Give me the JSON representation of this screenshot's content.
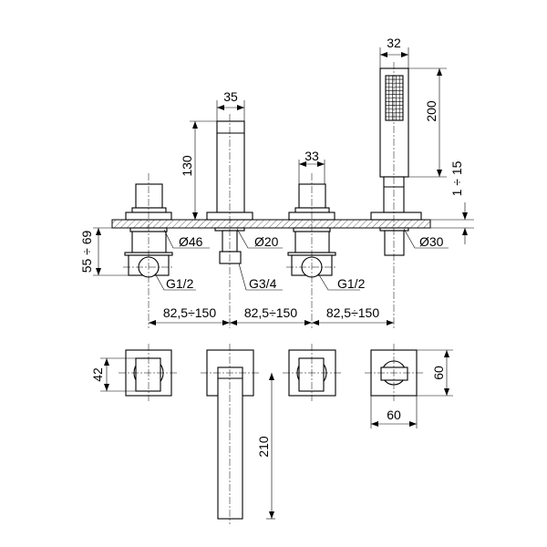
{
  "drawing": {
    "dimensions": {
      "shower_width": "32",
      "spout_width": "35",
      "valve_knob_width": "33",
      "spout_height": "130",
      "shower_length": "200",
      "deck_thickness": "1 ÷ 15",
      "below_deck": "55 ÷ 69",
      "valve_rosette_dia": "Ø46",
      "spout_tube_dia": "Ø20",
      "shower_tube_dia": "Ø30",
      "valve_conn_left": "G1/2",
      "spout_conn": "G3/4",
      "valve_conn_right": "G1/2",
      "spacing_1": "82,5÷150",
      "spacing_2": "82,5÷150",
      "spacing_3": "82,5÷150",
      "handle_height": "42",
      "spout_reach": "210",
      "plate_height": "60",
      "plate_width": "60"
    },
    "colors": {
      "line": "#000000",
      "background": "#ffffff"
    }
  }
}
